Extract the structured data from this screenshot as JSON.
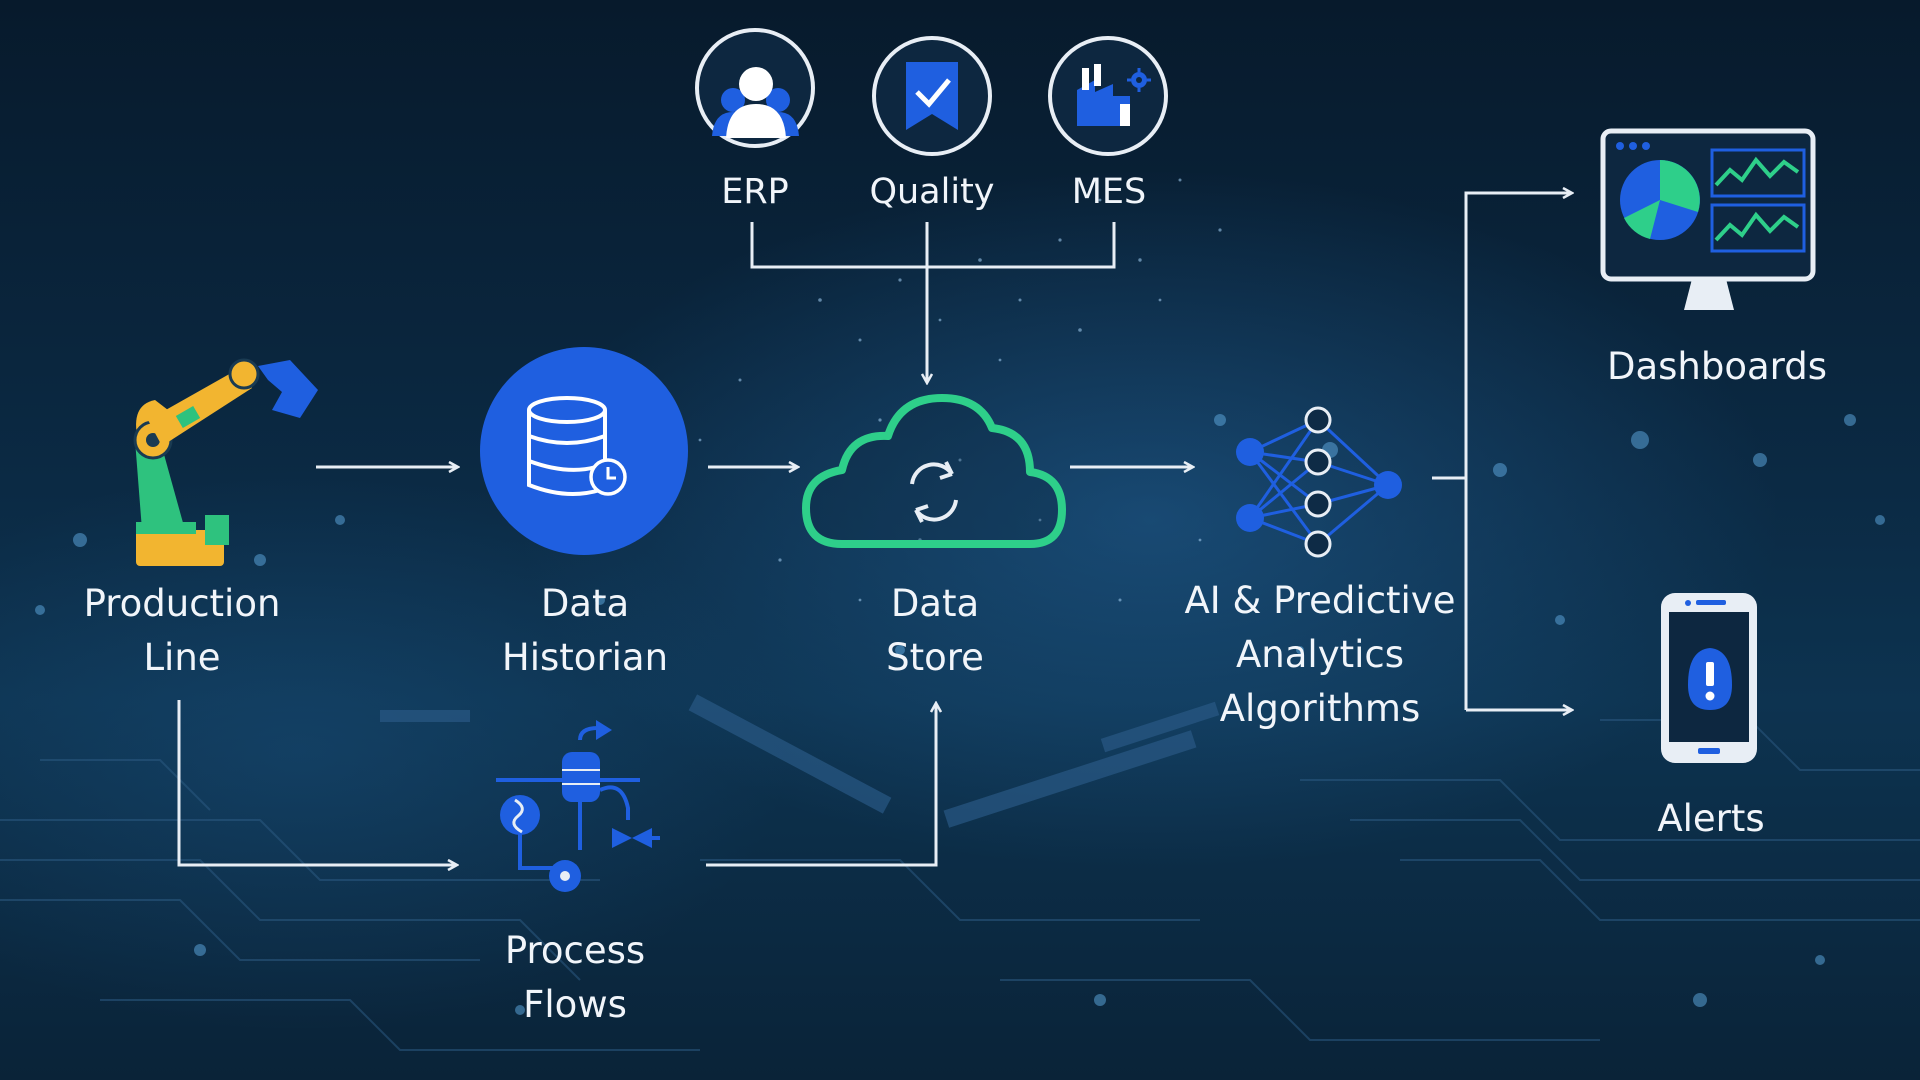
{
  "nodes": {
    "production_line": {
      "line1": "Production",
      "line2": "Line"
    },
    "data_historian": {
      "line1": "Data",
      "line2": "Historian"
    },
    "data_store": {
      "line1": "Data",
      "line2": "Store"
    },
    "ai_analytics": {
      "line1": "AI & Predictive",
      "line2": "Analytics",
      "line3": "Algorithms"
    },
    "process_flows": {
      "line1": "Process",
      "line2": "Flows"
    },
    "dashboards": {
      "label": "Dashboards"
    },
    "alerts": {
      "label": "Alerts"
    },
    "erp": {
      "label": "ERP"
    },
    "quality": {
      "label": "Quality"
    },
    "mes": {
      "label": "MES"
    }
  },
  "icons": {
    "robot_arm": "robot-arm-icon",
    "database": "database-clock-icon",
    "cloud": "cloud-sync-icon",
    "neural_net": "neural-network-icon",
    "process": "process-flow-icon",
    "monitor": "monitor-dashboard-icon",
    "phone": "phone-alert-icon",
    "erp": "users-icon",
    "quality": "bookmark-check-icon",
    "mes": "factory-gear-icon"
  },
  "colors": {
    "accent_blue": "#1f5fe0",
    "cloud_green": "#2ecf8a",
    "robot_yellow": "#f2b530",
    "robot_green": "#2ec27e",
    "line_white": "#e8eef5",
    "text_white": "#f1f5fa"
  }
}
